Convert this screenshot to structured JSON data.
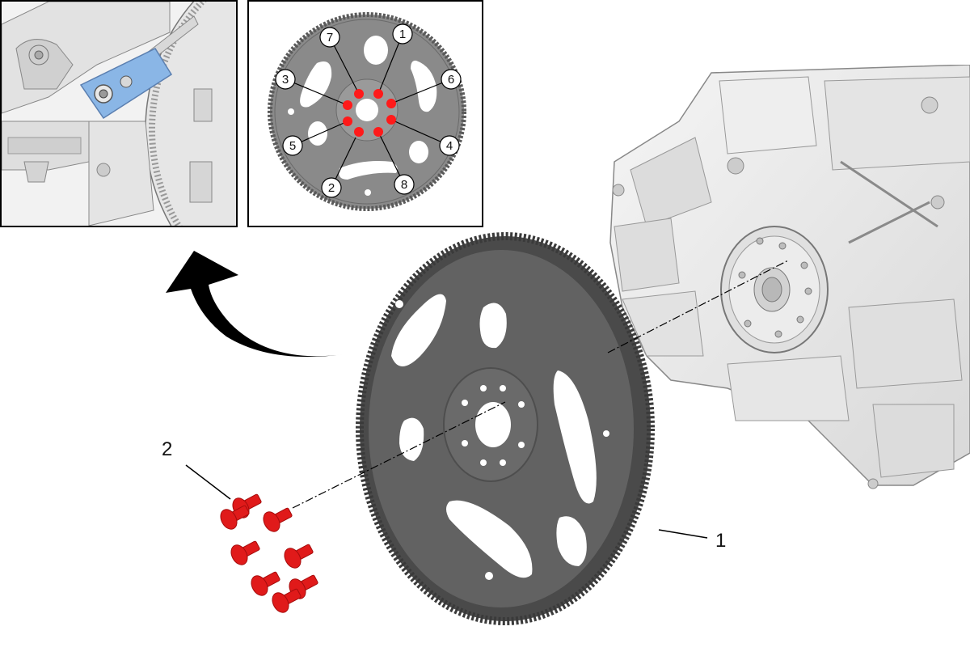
{
  "diagram": {
    "callouts": [
      {
        "id": "flywheel",
        "label": "1"
      },
      {
        "id": "bolts",
        "label": "2"
      }
    ],
    "sequence_labels": [
      "1",
      "2",
      "3",
      "4",
      "5",
      "6",
      "7",
      "8"
    ],
    "colors": {
      "bolt_red": "#e01a1a",
      "bolt_red_dark": "#a50c0c",
      "flywheel_gray": "#5f5f5f",
      "flywheel_dark": "#3e3e3e",
      "engine_light": "#e9e9e9",
      "engine_line": "#8a8a8a",
      "highlight_blue": "#8ab6e6",
      "arrow_black": "#000000"
    }
  }
}
